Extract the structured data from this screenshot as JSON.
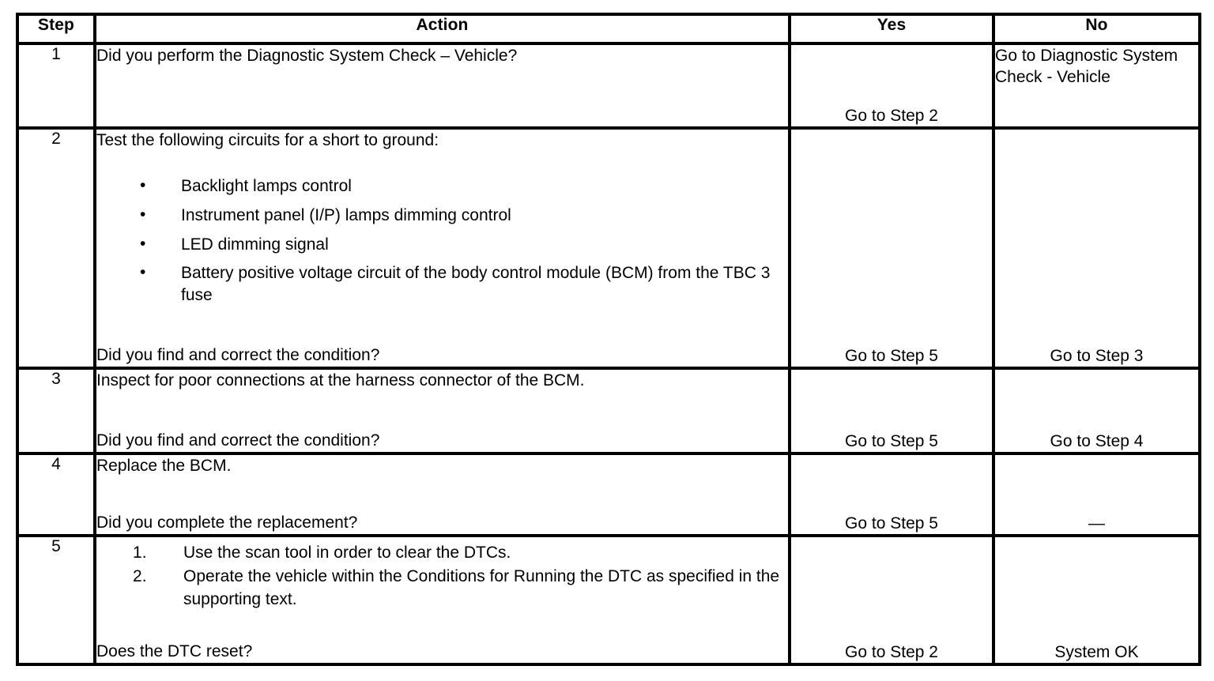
{
  "table": {
    "headers": {
      "step": "Step",
      "action": "Action",
      "yes": "Yes",
      "no": "No"
    },
    "rows": [
      {
        "step": "1",
        "action_lead": "Did you perform the Diagnostic System Check – Vehicle?",
        "action_tail": "",
        "yes": "Go to Step 2",
        "no": "Go to Diagnostic System Check - Vehicle"
      },
      {
        "step": "2",
        "action_lead": "Test the following circuits for a short to ground:",
        "bullets": [
          "Backlight lamps control",
          "Instrument panel (I/P) lamps dimming control",
          "LED dimming signal",
          "Battery positive voltage circuit of the body control module (BCM) from the TBC 3 fuse"
        ],
        "action_tail": "Did you find and correct the condition?",
        "yes": "Go to Step 5",
        "no": "Go to Step 3"
      },
      {
        "step": "3",
        "action_lead": "Inspect for poor connections at the harness connector of the BCM.",
        "action_tail": "Did you find and correct the condition?",
        "yes": "Go to Step 5",
        "no": "Go to Step 4"
      },
      {
        "step": "4",
        "action_lead": "Replace the BCM.",
        "action_tail": "Did you complete the replacement?",
        "yes": "Go to Step 5",
        "no": "—"
      },
      {
        "step": "5",
        "action_lead": "",
        "numbers": [
          "Use the scan tool in order to clear the DTCs.",
          "Operate the vehicle within the Conditions for Running the DTC as specified in the supporting text."
        ],
        "action_tail": "Does the DTC reset?",
        "yes": "Go to Step 2",
        "no": "System OK"
      }
    ]
  },
  "colors": {
    "border": "#000000",
    "text": "#000000",
    "background": "#ffffff"
  }
}
